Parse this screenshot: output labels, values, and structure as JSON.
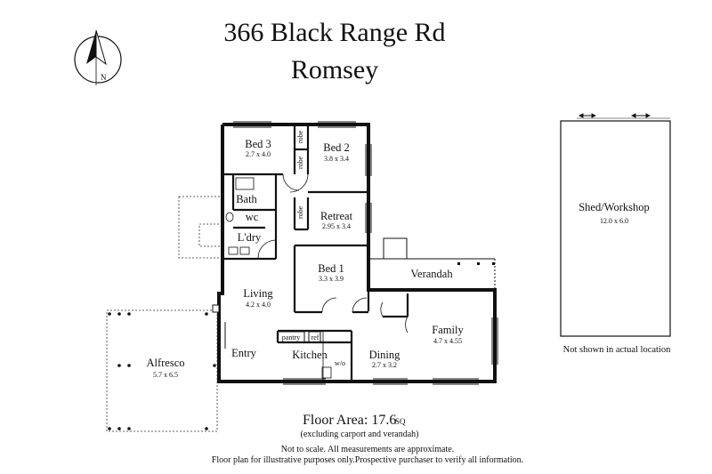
{
  "title": {
    "line1": "366 Black Range Rd",
    "line2": "Romsey"
  },
  "compass": {
    "letter": "N",
    "icon": "north-arrow-icon"
  },
  "rooms": {
    "bed3": {
      "name": "Bed 3",
      "dims": "2.7 x 4.0"
    },
    "bed2": {
      "name": "Bed 2",
      "dims": "3.8 x 3.4"
    },
    "retreat": {
      "name": "Retreat",
      "dims": "2.95 x 3.4"
    },
    "bed1": {
      "name": "Bed 1",
      "dims": "3.3 x 3.9"
    },
    "living": {
      "name": "Living",
      "dims": "4.2 x 4.0"
    },
    "family": {
      "name": "Family",
      "dims": "4.7 x 4.55"
    },
    "dining": {
      "name": "Dining",
      "dims": "2.7 x 3.2"
    },
    "alfresco": {
      "name": "Alfresco",
      "dims": "5.7 x 6.5"
    },
    "shed": {
      "name": "Shed/Workshop",
      "dims": "12.0 x 6.0"
    },
    "bath": "Bath",
    "wc": "wc",
    "ldry": "L'dry",
    "verandah": "Verandah",
    "entry": "Entry",
    "kitchen": "Kitchen",
    "pantry": "pantry",
    "ref": "ref",
    "wo": "w/o",
    "robe": "robe"
  },
  "shed_note": "Not shown in actual location",
  "floor_area": {
    "label": "Floor Area: 17.6",
    "unit": "SQ",
    "note": "(excluding carport and verandah)"
  },
  "disclaimer": {
    "line1": "Not to scale. All measurements are approximate.",
    "line2": "Floor plan for illustrative purposes only.Prospective purchaser to verify all information."
  },
  "colors": {
    "ink": "#111111",
    "background": "#ffffff"
  }
}
